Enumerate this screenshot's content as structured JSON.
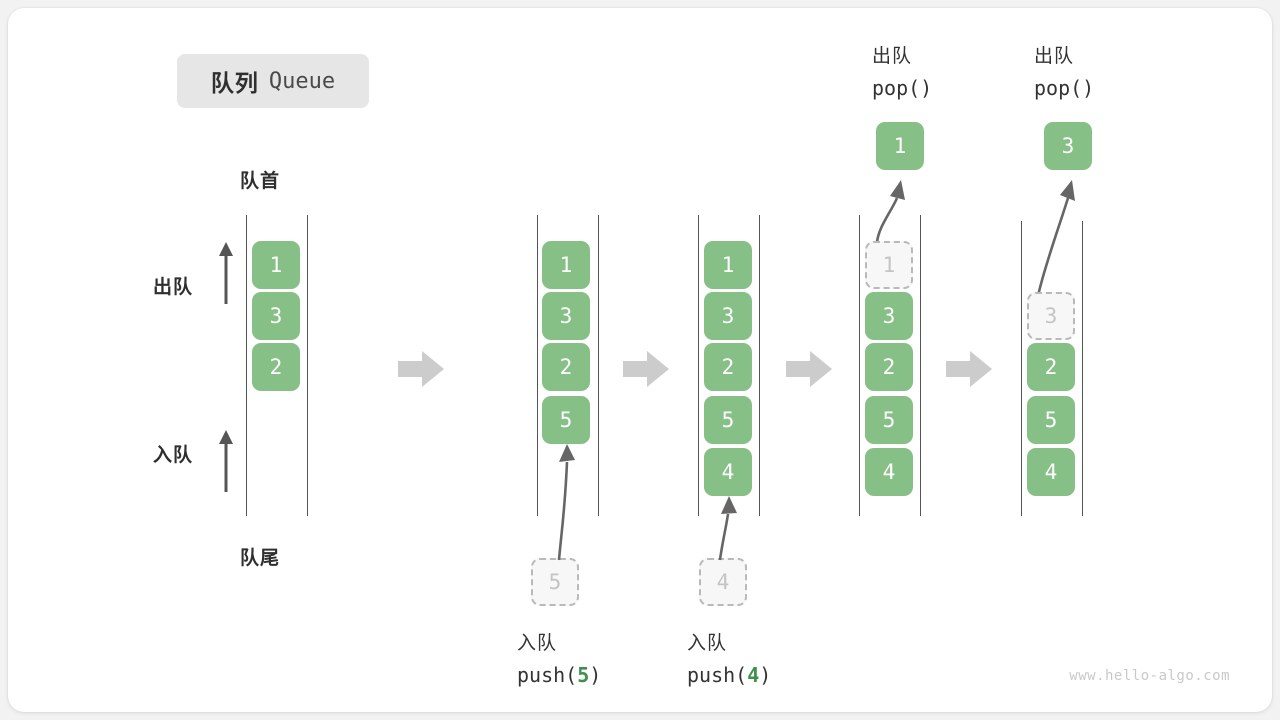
{
  "title": {
    "cn": "队列",
    "en": "Queue"
  },
  "labels": {
    "front": "队首",
    "rear": "队尾",
    "dequeue": "出队",
    "enqueue": "入队"
  },
  "colors": {
    "element": "#86c086",
    "ghost_fill": "#f7f7f7",
    "ghost_border": "#b9b9b9",
    "ghost_text": "#c4c4c4",
    "rail": "#555555",
    "step_arrow": "#cccccc",
    "motion_arrow": "#666666",
    "text": "#333333",
    "chip_bg": "#e6e6e6",
    "accent_green": "#3f8f4f",
    "watermark": "#c9c9c9"
  },
  "watermark": "www.hello-algo.com",
  "columns": [
    {
      "id": "initial",
      "caption_cn": "",
      "caption_code": "",
      "cells": [
        "1",
        "3",
        "2"
      ],
      "ghost_index": -1,
      "pending": "",
      "popped": ""
    },
    {
      "id": "push-5",
      "caption_cn": "入队",
      "caption_code": "push(5)",
      "caption_arg": "5",
      "cells": [
        "1",
        "3",
        "2",
        "5"
      ],
      "ghost_index": -1,
      "pending": "5",
      "popped": ""
    },
    {
      "id": "push-4",
      "caption_cn": "入队",
      "caption_code": "push(4)",
      "caption_arg": "4",
      "cells": [
        "1",
        "3",
        "2",
        "5",
        "4"
      ],
      "ghost_index": -1,
      "pending": "4",
      "popped": ""
    },
    {
      "id": "pop-1",
      "header_cn": "出队",
      "header_code": "pop()",
      "cells": [
        "1",
        "3",
        "2",
        "5",
        "4"
      ],
      "ghost_index": 0,
      "pending": "",
      "popped": "1"
    },
    {
      "id": "pop-3",
      "header_cn": "出队",
      "header_code": "pop()",
      "cells": [
        "3",
        "2",
        "5",
        "4"
      ],
      "ghost_index": 0,
      "pending": "",
      "popped": "3"
    }
  ]
}
